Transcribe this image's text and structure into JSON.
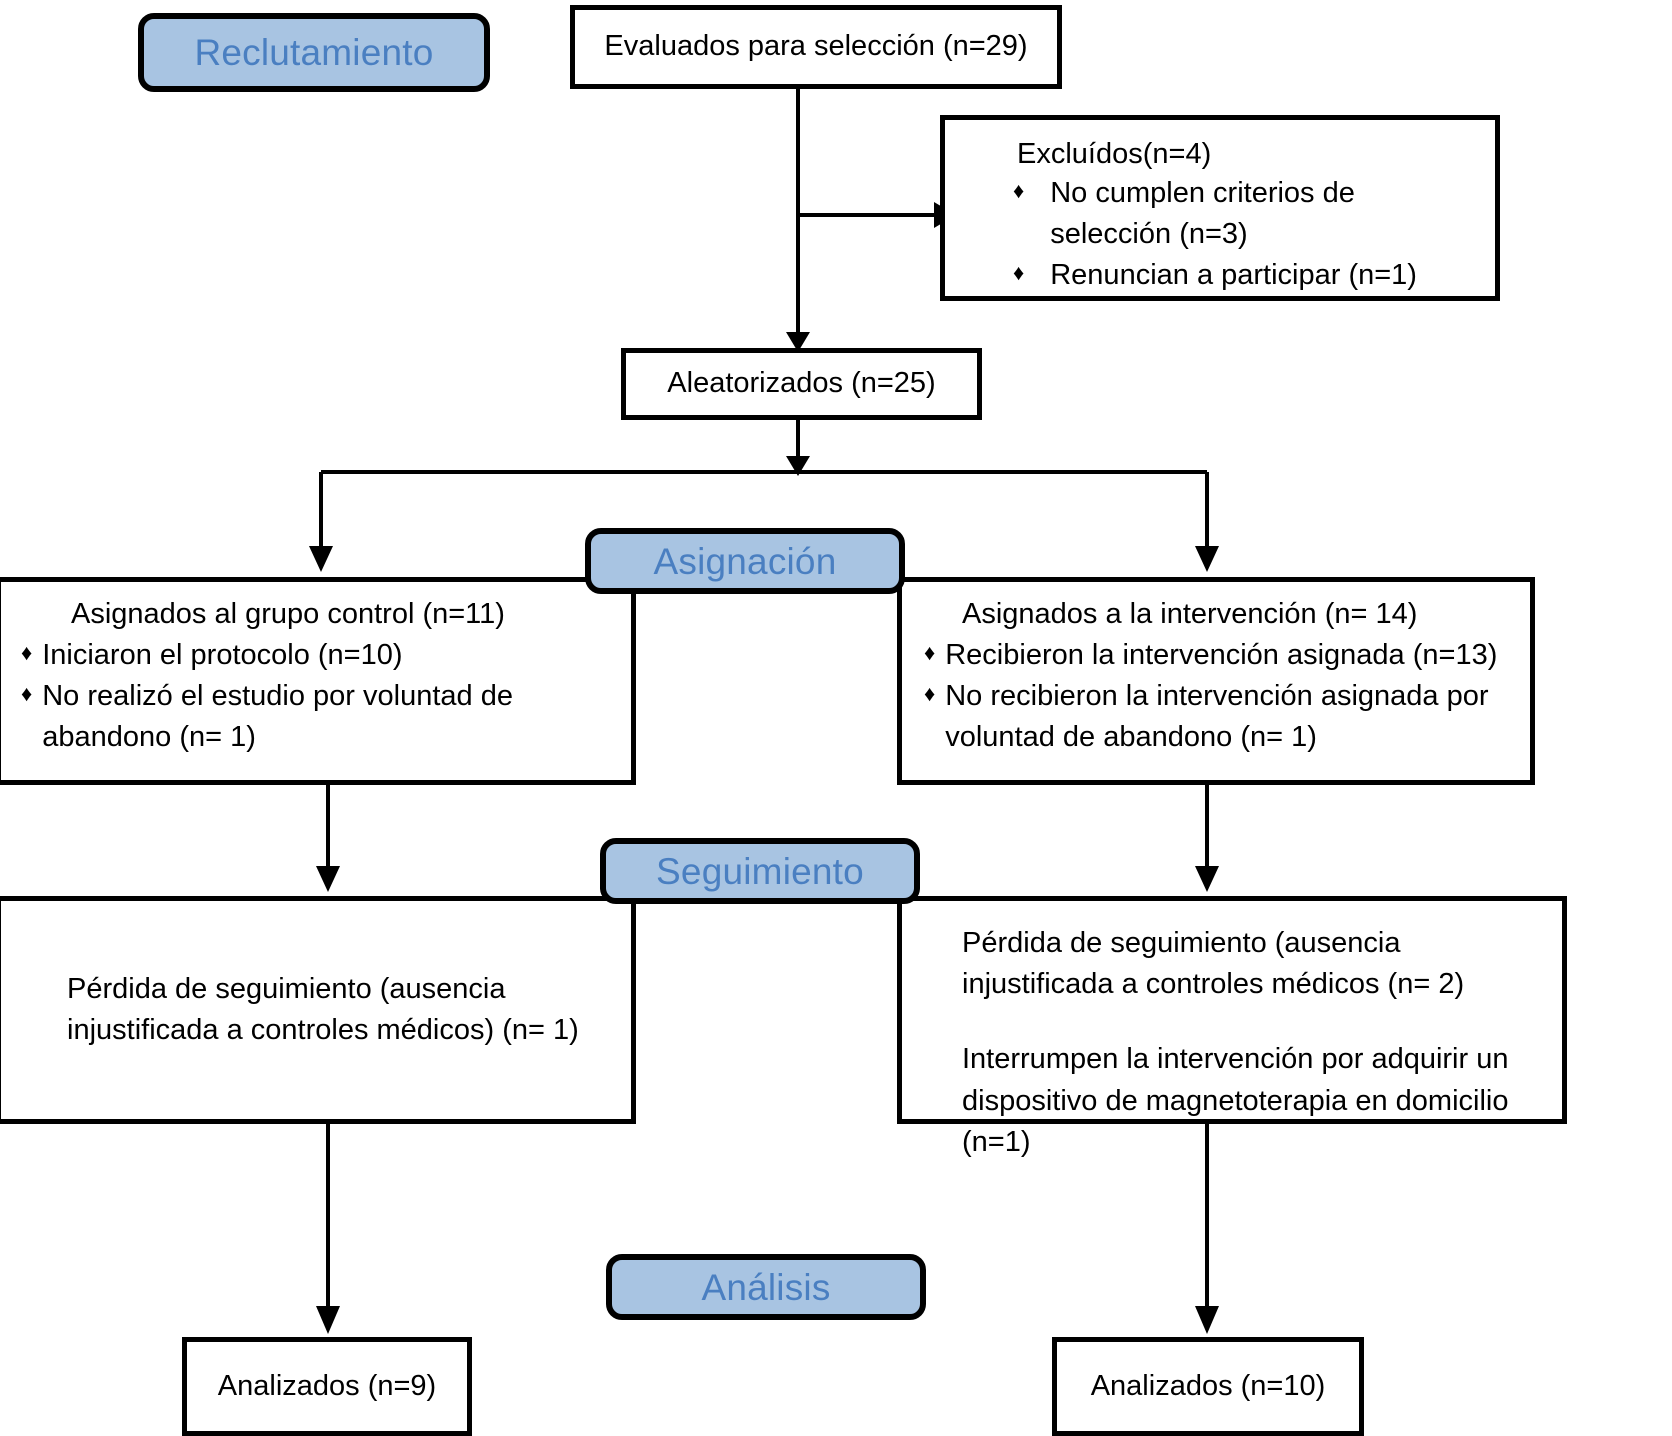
{
  "diagram": {
    "title": "CONSORT flow diagram",
    "language": "es",
    "stage_fill": "#a8c4e2",
    "stage_text_color": "#4a7fc1",
    "box_border_color": "#000000",
    "text_color": "#000000",
    "bullet_glyph": "♦"
  },
  "stages": {
    "recruitment": "Reclutamiento",
    "allocation": "Asignación",
    "followup": "Seguimiento",
    "analysis": "Análisis"
  },
  "nodes": {
    "screened": {
      "text": "Evaluados para selección (n=29)",
      "n": 29
    },
    "excluded": {
      "title": "Excluídos(n=4)",
      "n": 4,
      "items": [
        {
          "text": "No cumplen criterios de selección (n=3)",
          "n": 3
        },
        {
          "text": " Renuncian a participar (n=1)",
          "n": 1
        }
      ]
    },
    "randomized": {
      "text": "Aleatorizados (n=25)",
      "n": 25
    },
    "allocation_control": {
      "title": "Asignados al grupo control (n=11)",
      "n": 11,
      "items": [
        {
          "text": "Iniciaron el protocolo (n=10)",
          "n": 10
        },
        {
          "text": "No realizó el estudio por voluntad de abandono (n= 1)",
          "n": 1
        }
      ]
    },
    "allocation_intervention": {
      "title": "Asignados a la intervención (n= 14)",
      "n": 14,
      "items": [
        {
          "text": "Recibieron la intervención asignada (n=13)",
          "n": 13
        },
        {
          "text": "No recibieron la intervención asignada por voluntad de abandono (n= 1)",
          "n": 1
        }
      ]
    },
    "followup_control": {
      "paragraphs": [
        "Pérdida de seguimiento (ausencia injustificada a controles médicos) (n= 1)"
      ]
    },
    "followup_intervention": {
      "paragraphs": [
        "Pérdida de seguimiento (ausencia injustificada a controles médicos (n= 2)",
        "Interrumpen la intervención por adquirir un dispositivo de magnetoterapia en domicilio (n=1)"
      ]
    },
    "analyzed_control": {
      "text": "Analizados (n=9)",
      "n": 9
    },
    "analyzed_intervention": {
      "text": "Analizados (n=10)",
      "n": 10
    }
  }
}
